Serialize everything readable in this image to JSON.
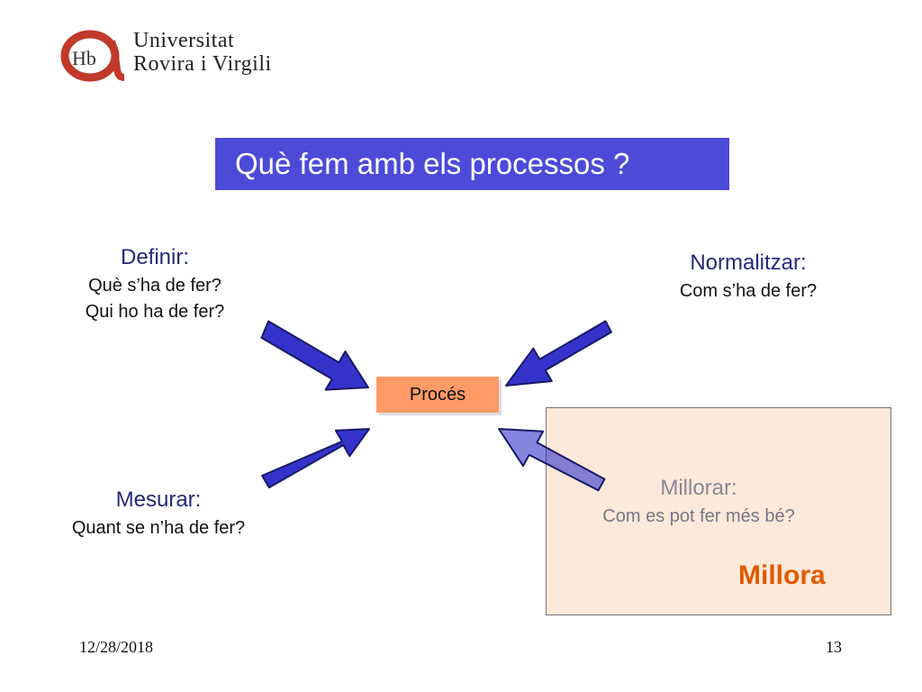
{
  "logo": {
    "line1": "Universitat",
    "line2": "Rovira i Virgili"
  },
  "title": "Què fem amb els processos ?",
  "define": {
    "heading": "Definir:",
    "line1": "Què s’ha de fer?",
    "line2": "Qui ho ha de fer?"
  },
  "normalize": {
    "heading": "Normalitzar:",
    "line1": "Com s’ha de fer?"
  },
  "measure": {
    "heading": "Mesurar:",
    "line1": "Quant se n’ha de fer?"
  },
  "process": "Procés",
  "improve": {
    "heading": "Millorar:",
    "line1": "Com es pot fer més bé?",
    "badge": "Millora"
  },
  "footer": {
    "date": "12/28/2018",
    "page": "13"
  },
  "colors": {
    "title_bg": "#4b4bd8",
    "arrow": "#3333cc",
    "process_bg": "#ff9966",
    "improve_panel": "#fde9d9",
    "badge": "#e05a00"
  }
}
